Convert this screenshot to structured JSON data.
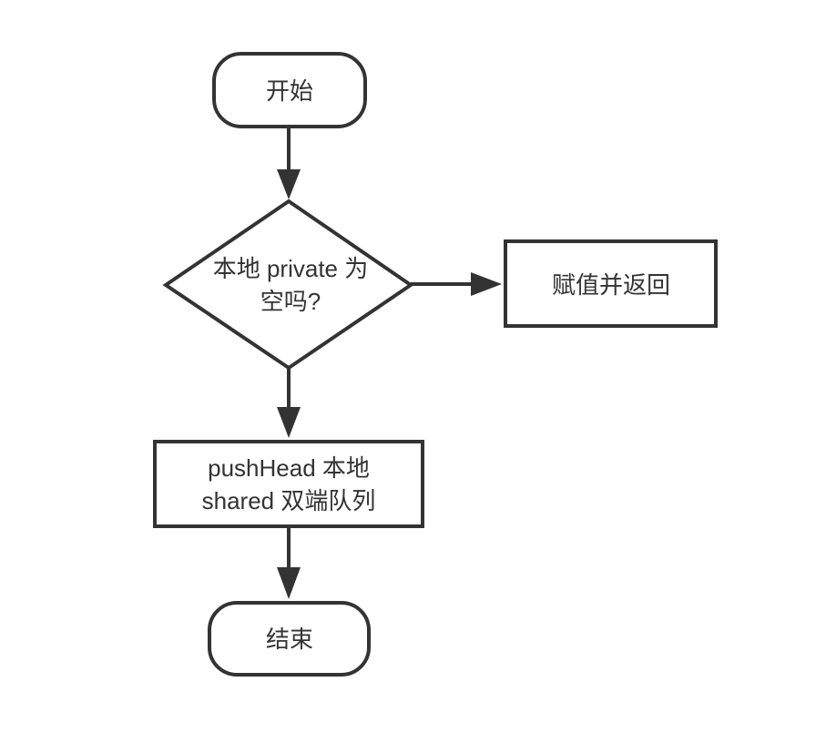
{
  "diagram": {
    "type": "flowchart",
    "colors": {
      "background": "#ffffff",
      "stroke": "#333333",
      "text": "#333333",
      "node_fill": "#ffffff"
    },
    "nodes": {
      "start": {
        "shape": "terminator",
        "label": "开始"
      },
      "decision": {
        "shape": "diamond",
        "label": "本地 private 为空吗?",
        "line1": "本地 private 为",
        "line2": "空吗?"
      },
      "assign": {
        "shape": "rectangle",
        "label": "赋值并返回"
      },
      "push": {
        "shape": "rectangle",
        "label": "pushHead 本地 shared 双端队列",
        "line1": "pushHead 本地",
        "line2": "shared 双端队列"
      },
      "end": {
        "shape": "terminator",
        "label": "结束"
      }
    },
    "edges": [
      {
        "from": "start",
        "to": "decision",
        "direction": "down"
      },
      {
        "from": "decision",
        "to": "assign",
        "direction": "right"
      },
      {
        "from": "decision",
        "to": "push",
        "direction": "down"
      },
      {
        "from": "push",
        "to": "end",
        "direction": "down"
      }
    ]
  }
}
